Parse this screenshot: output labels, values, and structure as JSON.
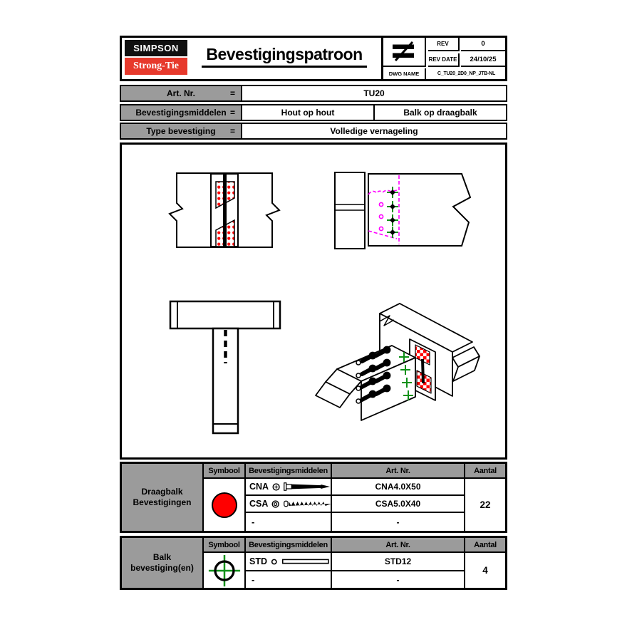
{
  "colors": {
    "table_gray": "#9B9B9B",
    "logo_red": "#E7392C",
    "logo_black": "#101010",
    "accent_red": "#FF0000",
    "accent_green": "#0E9018",
    "accent_magenta": "#FF00FF"
  },
  "header": {
    "logo": {
      "line1": "SIMPSON",
      "line2": "Strong-Tie"
    },
    "title": "Bevestigingspatroon",
    "projection_symbol_icon": "not-equal-projection-icon",
    "rev": {
      "rev_label": "REV",
      "rev_value": "0",
      "rev_date_label": "REV DATE",
      "rev_date_value": "24/10/25",
      "dwg_name_label": "DWG NAME",
      "dwg_name_value": "C_TU20_2D0_NP_JTB-NL"
    }
  },
  "info": {
    "rows": [
      {
        "label": "Art. Nr.",
        "eq": "=",
        "values": [
          "TU20"
        ]
      },
      {
        "label": "Bevestigingsmiddelen",
        "eq": "=",
        "values": [
          "Hout op hout",
          "Balk op draagbalk"
        ]
      },
      {
        "label": "Type bevestiging",
        "eq": "=",
        "values": [
          "Volledige vernageling"
        ]
      }
    ]
  },
  "drawings": {
    "views": [
      "front-view",
      "side-view",
      "top-view",
      "isometric-view"
    ],
    "symbols": {
      "header_fastener": "red-filled-circle",
      "beam_fastener": "green-crosshair-circle",
      "hidden_lines": "magenta-dashed"
    }
  },
  "fastener_tables": [
    {
      "group_label": "Draagbalk\nBevestigingen",
      "headers": {
        "symbol": "Symbool",
        "fastener": "Bevestigingsmiddelen",
        "art": "Art. Nr.",
        "qty": "Aantal"
      },
      "symbol": "red-filled-circle",
      "rows": [
        {
          "code": "CNA",
          "icon": "nail-icon",
          "art": "CNA4.0X50"
        },
        {
          "code": "CSA",
          "icon": "screw-icon",
          "art": "CSA5.0X40"
        },
        {
          "code": "-",
          "icon": "",
          "art": "-"
        }
      ],
      "qty": "22"
    },
    {
      "group_label": "Balk\nbevestiging(en)",
      "headers": {
        "symbol": "Symbool",
        "fastener": "Bevestigingsmiddelen",
        "art": "Art. Nr.",
        "qty": "Aantal"
      },
      "symbol": "green-crosshair-circle",
      "rows": [
        {
          "code": "STD",
          "icon": "dowel-icon",
          "art": "STD12"
        },
        {
          "code": "-",
          "icon": "",
          "art": "-"
        }
      ],
      "qty": "4"
    }
  ]
}
